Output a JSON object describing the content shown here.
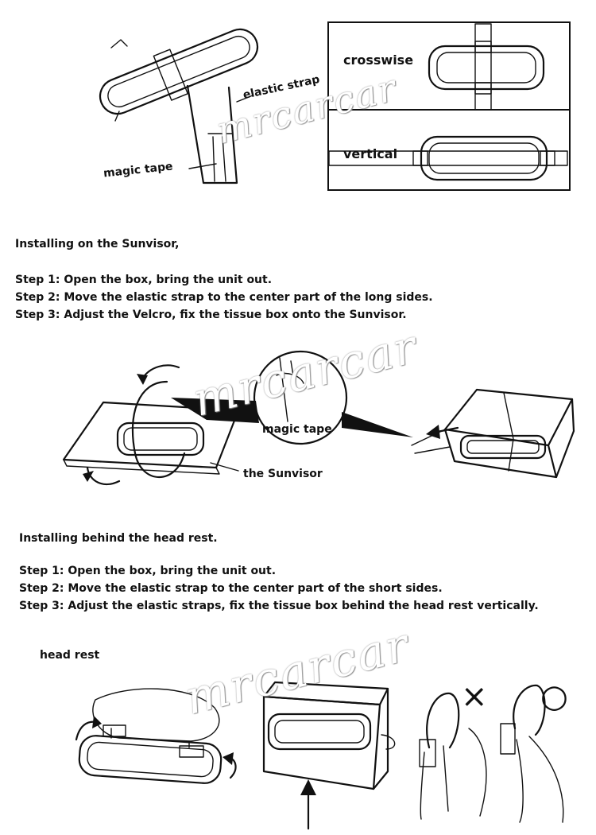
{
  "top_diagram": {
    "labels": {
      "elastic_strap": "elastic strap",
      "magic_tape": "magic tape"
    }
  },
  "orientation_box": {
    "crosswise": "crosswise",
    "vertical": "vertical"
  },
  "sunvisor_section": {
    "heading": "Installing on the Sunvisor,",
    "steps": [
      "Step 1: Open the box, bring the unit out.",
      "Step 2: Move the elastic strap to the center part of the long sides.",
      "Step 3: Adjust the Velcro, fix the tissue box onto the Sunvisor."
    ],
    "diagram_labels": {
      "magic_tape": "magic tape",
      "the_sunvisor": "the Sunvisor"
    }
  },
  "headrest_section": {
    "heading": "Installing behind the head rest.",
    "steps": [
      "Step 1: Open the box, bring the unit out.",
      "Step 2: Move the elastic strap to the center part of the short sides.",
      "Step 3: Adjust the elastic straps, fix the tissue box behind the head rest vertically."
    ],
    "diagram_labels": {
      "head_rest": "head rest"
    },
    "marks": {
      "wrong": "×",
      "right": "○"
    }
  },
  "watermark": "mrcarcar"
}
